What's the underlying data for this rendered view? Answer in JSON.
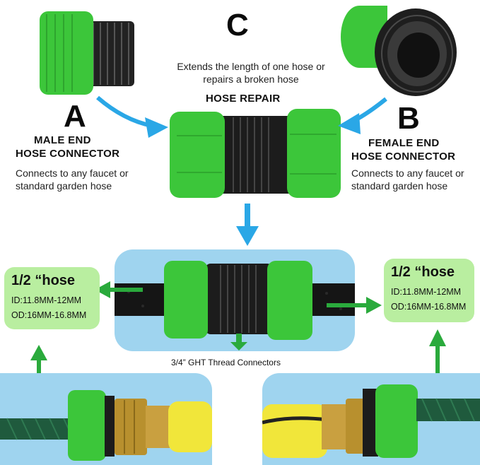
{
  "section_c": {
    "letter": "C",
    "desc_line1": "Extends the length of one hose or",
    "desc_line2": "repairs a broken hose",
    "title": "HOSE REPAIR"
  },
  "section_a": {
    "letter": "A",
    "title_line1": "MALE END",
    "title_line2": "HOSE CONNECTOR",
    "desc_line1": "Connects to any faucet or",
    "desc_line2": "standard garden hose"
  },
  "section_b": {
    "letter": "B",
    "title_line1": "FEMALE END",
    "title_line2": "HOSE CONNECTOR",
    "desc_line1": "Connects to any faucet or",
    "desc_line2": "standard garden hose"
  },
  "spec_left": {
    "heading": "1/2 “hose",
    "id": "ID:11.8MM-12MM",
    "od": "OD:16MM-16.8MM"
  },
  "spec_right": {
    "heading": "1/2 “hose",
    "id": "ID:11.8MM-12MM",
    "od": "OD:16MM-16.8MM"
  },
  "thread_caption": "3/4” GHT Thread  Connectors",
  "colors": {
    "connector_green": "#3cc63a",
    "connector_black": "#1b1b1b",
    "arrow_blue": "#2aa7e6",
    "arrow_green": "#2aaa3c",
    "panel_blue": "#9fd4ef",
    "spec_box_green": "#b9eea0",
    "brass": "#b8902e",
    "hose_yellow": "#f1e63a",
    "hose_dark_green": "#1f5a3d"
  }
}
